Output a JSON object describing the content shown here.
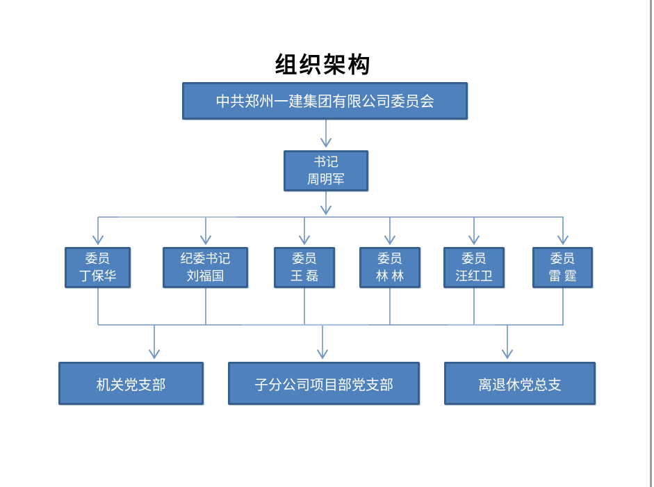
{
  "page": {
    "title": "组织架构"
  },
  "org": {
    "root": {
      "label": "中共郑州一建集团有限公司委员会"
    },
    "secretary": {
      "line1": "书记",
      "line2": "周明军"
    },
    "members": [
      {
        "line1": "委员",
        "line2": "丁保华"
      },
      {
        "line1": "纪委书记",
        "line2": "刘福国"
      },
      {
        "line1": "委员",
        "line2": "王 磊"
      },
      {
        "line1": "委员",
        "line2": "林 林"
      },
      {
        "line1": "委员",
        "line2": "汪红卫"
      },
      {
        "line1": "委员",
        "line2": "雷 霆"
      }
    ],
    "branches": [
      {
        "label": "机关党支部"
      },
      {
        "label": "子分公司项目部党支部"
      },
      {
        "label": "离退休党总支"
      }
    ],
    "colors": {
      "box_fill": "#4f81bd",
      "box_border": "#38608f",
      "box_text": "#ffffff",
      "connector": "#7195c5",
      "connector_light": "#a9c3e0",
      "title_text": "#000000",
      "page_edge": "#9aa0a6"
    }
  }
}
